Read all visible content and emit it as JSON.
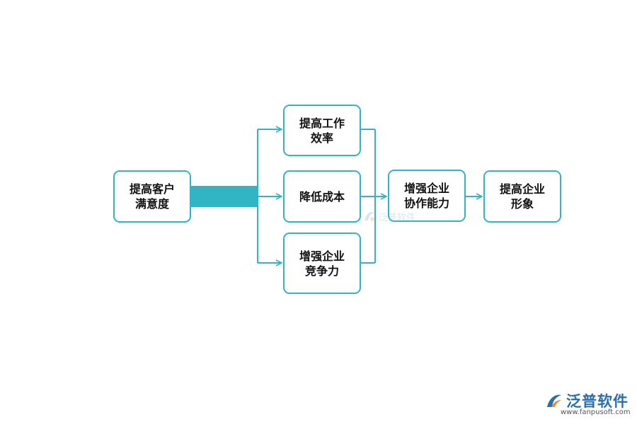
{
  "nodes": {
    "customer_satisfaction": "提高客户\n满意度",
    "work_efficiency": "提高工作\n效率",
    "reduce_cost": "降低成本",
    "competitiveness": "增强企业\n竞争力",
    "collaboration": "增强企业\n协作能力",
    "corporate_image": "提高企业\n形象"
  },
  "branding": {
    "watermark_text": "泛普软件",
    "logo_text": "泛普软件",
    "logo_url": "www.fanpusoft.com"
  },
  "colors": {
    "accent": "#31b5c4",
    "logo_blue": "#2b6ea8",
    "logo_orange": "#f08a2c"
  }
}
